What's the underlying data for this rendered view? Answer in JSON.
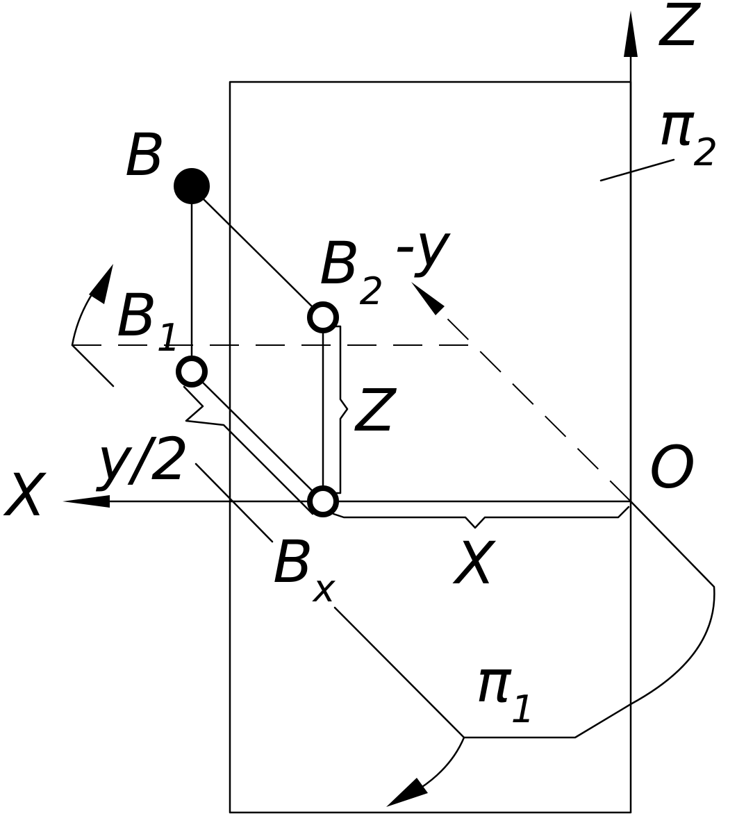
{
  "labels": {
    "axis_z": "Z",
    "axis_x": "X",
    "origin": "O",
    "plane_front": "π",
    "plane_front_sub": "2",
    "plane_horizontal": "π",
    "plane_horizontal_sub": "1",
    "point": "B",
    "proj1": "B",
    "proj1_sub": "1",
    "proj2": "B",
    "proj2_sub": "2",
    "projx": "B",
    "projx_sub": "x",
    "neg_y": "-y",
    "y_half": "y/2",
    "z_dim": "Z",
    "x_dim": "X"
  }
}
